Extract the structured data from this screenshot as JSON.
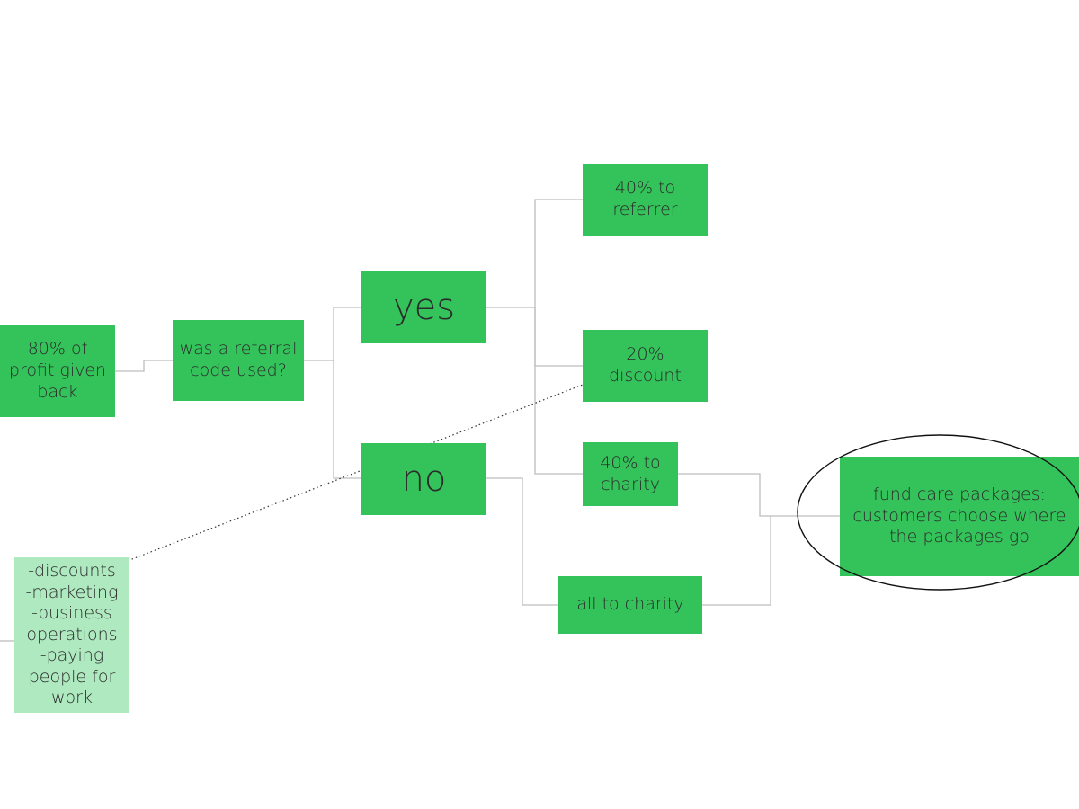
{
  "colors": {
    "node_fill": "#34c25a",
    "note_fill": "#aee9c0",
    "text": "#2b2b2b",
    "connector": "#bdbdbd"
  },
  "nodes": {
    "profit": "80% of\nprofit given\nback",
    "question": "was a referral\ncode used?",
    "yes": "yes",
    "no": "no",
    "referrer": "40% to\nreferrer",
    "discount": "20%\ndiscount",
    "charity40": "40% to\ncharity",
    "all_charity": "all to charity",
    "care_packages": "fund care packages:\ncustomers choose where\nthe packages go",
    "uses_note": "-discounts\n-marketing\n-business\noperations\n-paying\npeople for\nwork"
  }
}
